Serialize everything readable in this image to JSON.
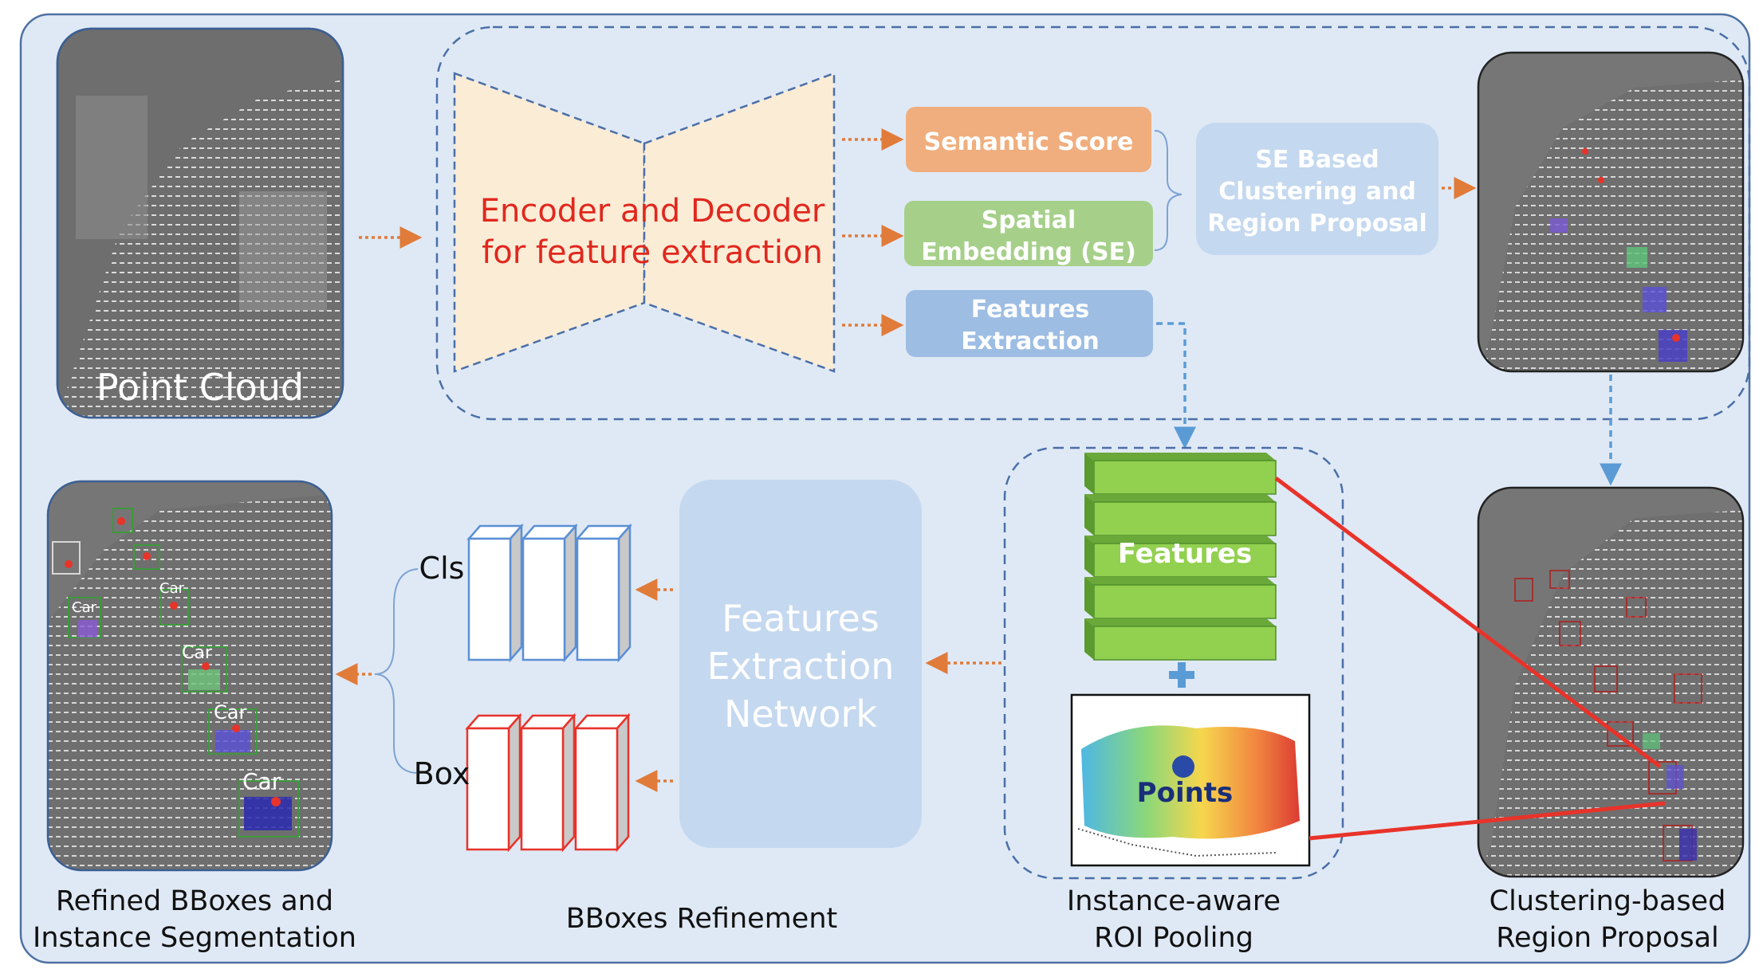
{
  "panels": {
    "input": {
      "label": "Point Cloud"
    },
    "proposal": {
      "caption_line1": "Clustering-based",
      "caption_line2": "Region Proposal"
    },
    "refined": {
      "caption_line1": "Refined BBoxes and",
      "caption_line2": "Instance Segmentation"
    },
    "car_tags": [
      "Car",
      "Car",
      "Car",
      "Car",
      "Car"
    ]
  },
  "backbone": {
    "line1": "Encoder and Decoder",
    "line2": "for feature  extraction"
  },
  "heads": {
    "semantic": {
      "label": "Semantic Score"
    },
    "spatial": {
      "line1": "Spatial",
      "line2": "Embedding (SE)"
    },
    "features": {
      "line1": "Features",
      "line2": "Extraction"
    }
  },
  "se_cluster": {
    "line1": "SE Based",
    "line2": "Clustering and",
    "line3": "Region Proposal"
  },
  "roi": {
    "features_label": "Features",
    "points_label": "Points",
    "caption_line1": "Instance-aware",
    "caption_line2": "ROI Pooling"
  },
  "fen": {
    "line1": "Features",
    "line2": "Extraction",
    "line3": "Network"
  },
  "refinement": {
    "cls_label": "Cls",
    "box_label": "Box",
    "caption": "BBoxes  Refinement"
  },
  "colors": {
    "background": "#dfe9f5",
    "frame": "#4f71a3",
    "dashed_blue": "#4a6fa8",
    "arrow_orange": "#e07b3a",
    "arrow_blue": "#5b9bd5",
    "semantic": "#f0ae7e",
    "spatial": "#a6d08a",
    "features_box": "#9dbde3",
    "se_box": "#c4d8ef",
    "fen_box": "#c4d8ef",
    "encoder_fill": "#fbecd6",
    "encoder_text": "#e0281e",
    "feature_green": "#92d050",
    "cls_stroke": "#5b8fd6",
    "box_stroke": "#e8332a",
    "red_line": "#e8332a",
    "panel_gray": "#787878"
  }
}
